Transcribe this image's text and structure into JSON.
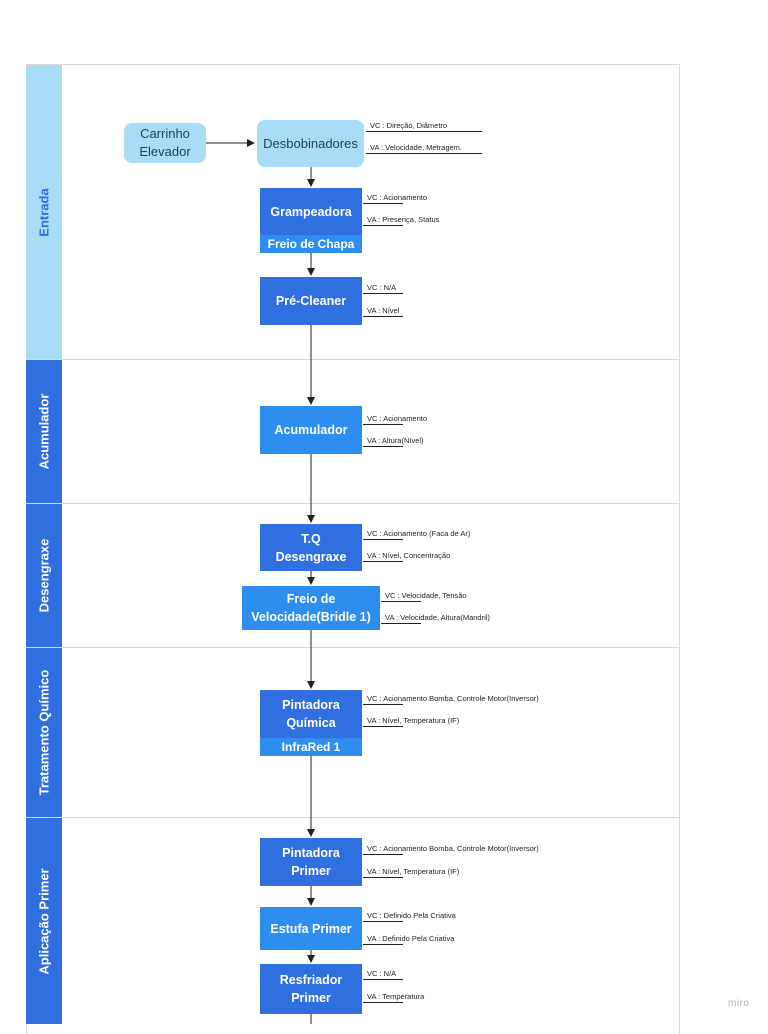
{
  "lanes": [
    {
      "label": "Entrada",
      "color": "#a9dcf7",
      "text_color": "#2f6fe0"
    },
    {
      "label": "Acumulador",
      "color": "#2f6fe0",
      "text_color": "#ffffff"
    },
    {
      "label": "Desengraxe",
      "color": "#2f6fe0",
      "text_color": "#ffffff"
    },
    {
      "label": "Tratamento Químico",
      "color": "#2f6fe0",
      "text_color": "#ffffff"
    },
    {
      "label": "Aplicação Primer",
      "color": "#2f6fe0",
      "text_color": "#ffffff"
    }
  ],
  "nodes": {
    "carrinho": {
      "line1": "Carrinho",
      "line2": "Elevador"
    },
    "desbobinadores": {
      "label": "Desbobinadores"
    },
    "grampeadora": {
      "label": "Grampeadora",
      "sub": "Freio de Chapa"
    },
    "precleaner": {
      "label": "Pré-Cleaner"
    },
    "acumulador": {
      "label": "Acumulador"
    },
    "tq": {
      "line1": "T.Q",
      "line2": "Desengraxe"
    },
    "freio_vel": {
      "line1": "Freio de",
      "line2": "Velocidade(Bridle 1)"
    },
    "pint_quimica": {
      "line1": "Pintadora",
      "line2": "Química",
      "sub": "InfraRed 1"
    },
    "pint_primer": {
      "line1": "Pintadora",
      "line2": "Primer"
    },
    "estufa": {
      "label": "Estufa Primer"
    },
    "resfriador": {
      "line1": "Resfriador",
      "line2": "Primer"
    }
  },
  "notes": {
    "desb_vc": "VC : Direção, Diâmetro",
    "desb_va": "VA : Velocidade, Metragem.",
    "gramp_vc": "VC : Acionamento",
    "gramp_va": "VA : Presença, Status",
    "pre_vc": "VC :  N/A",
    "pre_va": "VA : Nível",
    "acu_vc": "VC : Acionamento",
    "acu_va": "VA : Altura(Nível)",
    "tq_vc": "VC : Acionamento (Faca de Ar)",
    "tq_va": "VA : Nível, Concentração",
    "freio_vc": "VC : Velocidade, Tensão",
    "freio_va": "VA : Velocidade, Altura(Mandril)",
    "pq_vc": "VC : Acionamento Bomba, Controle Motor(Inversor)",
    "pq_va": "VA : Nível, Temperatura (IF)",
    "pp_vc": "VC : Acionamento Bomba, Controle Motor(Inversor)",
    "pp_va": "VA : Nível, Temperatura (IF)",
    "est_vc": "VC : Definido Pela Criativa",
    "est_va": "VA : Definido Pela Criativa",
    "res_vc": "VC : N/A",
    "res_va": "VA : Temperatura"
  },
  "watermark": "miro"
}
